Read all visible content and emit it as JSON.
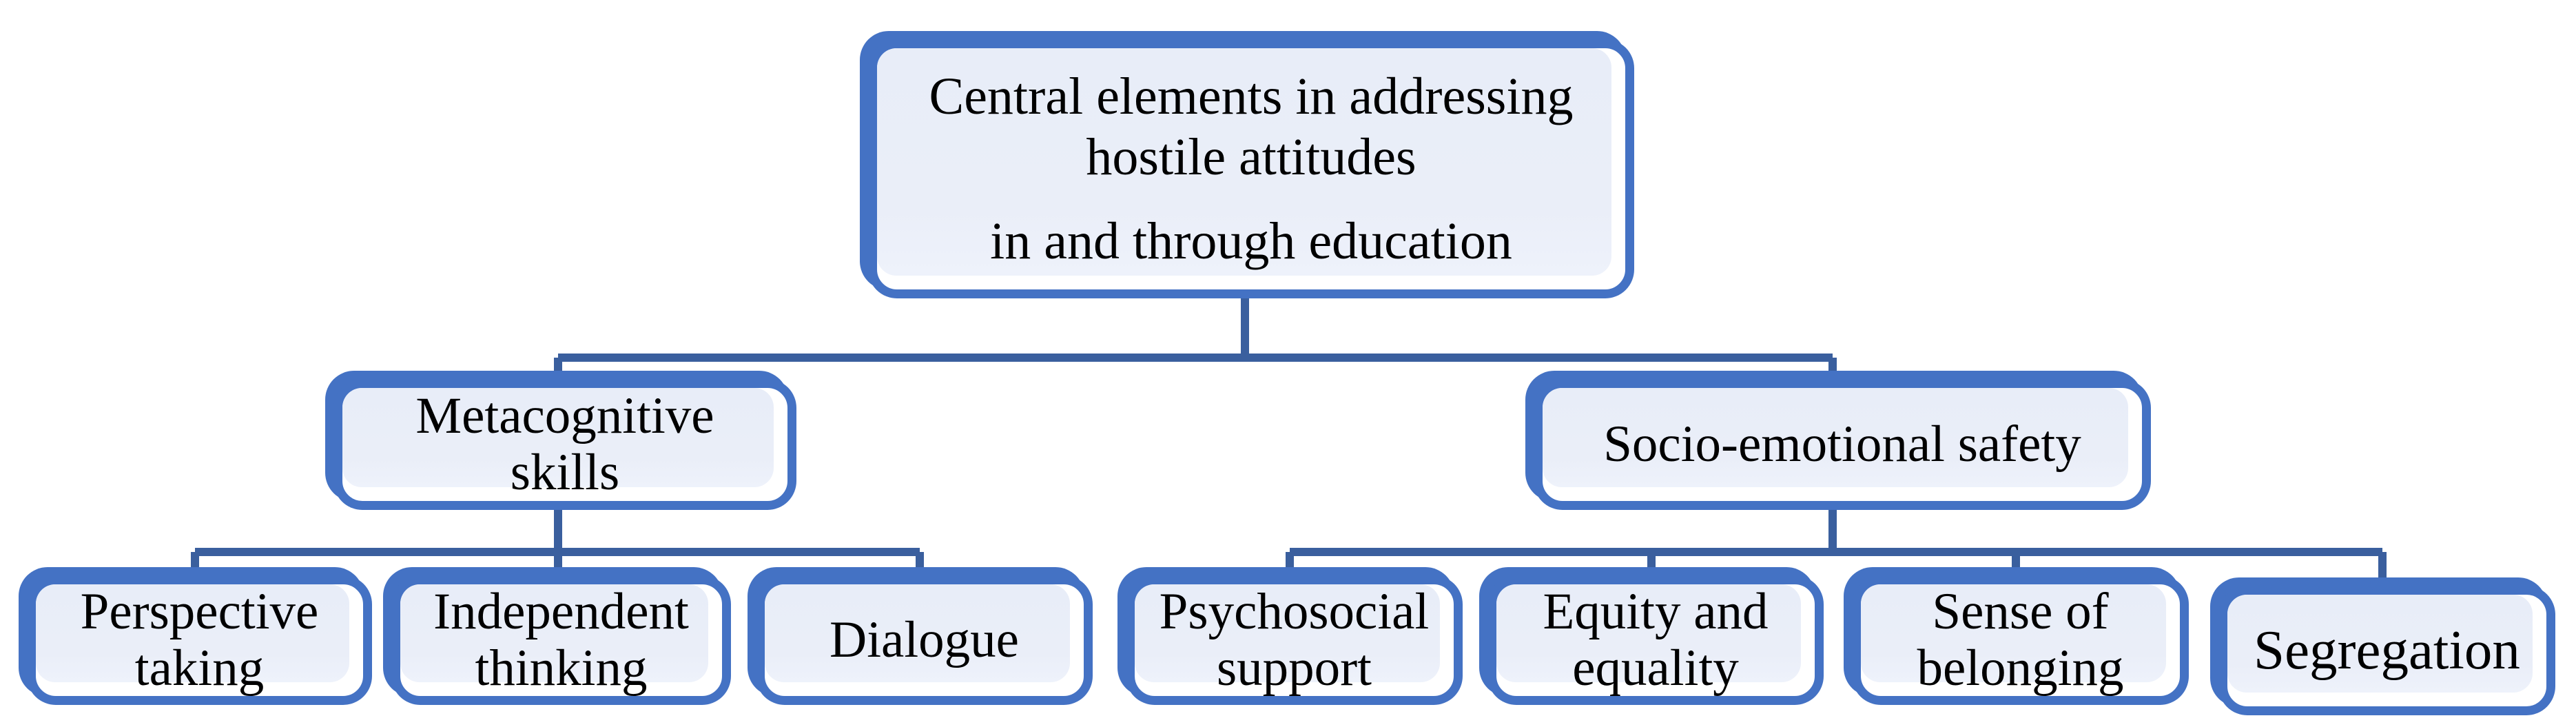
{
  "figure": {
    "root": {
      "line1": "Central elements in addressing",
      "line2": "hostile attitudes",
      "line3": "in and through education"
    },
    "level2": {
      "metacognitive": "Metacognitive skills",
      "socio": "Socio-emotional safety"
    },
    "level3": {
      "perspective": "Perspective taking",
      "independent": "Independent thinking",
      "dialogue": "Dialogue",
      "psychosocial": "Psychosocial support",
      "equity": "Equity and equality",
      "belonging": "Sense of belonging",
      "segregation": "Segregation"
    },
    "colors": {
      "box_border": "#4472c4",
      "box_shadow": "#4472c4",
      "box_fill": "#eaeef8",
      "connector": "#3a5f9e",
      "text": "#000000",
      "background": "#ffffff"
    }
  }
}
